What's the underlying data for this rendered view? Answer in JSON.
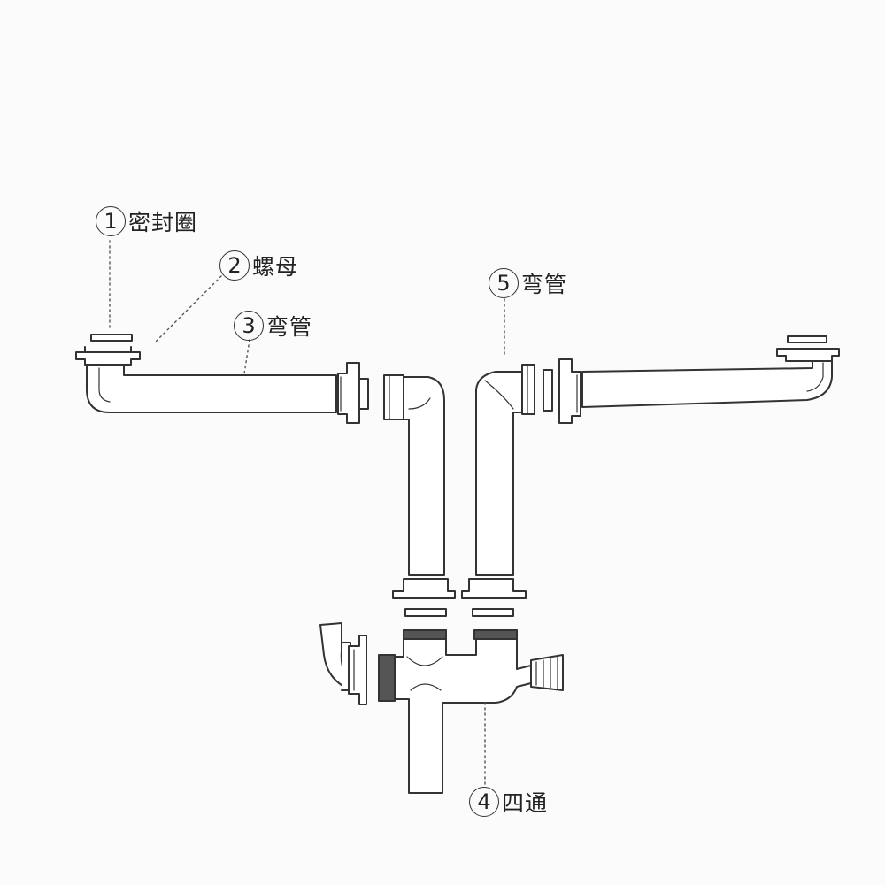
{
  "labels": [
    {
      "id": "seal-ring",
      "num": "1",
      "text": "密封圈"
    },
    {
      "id": "nut",
      "num": "2",
      "text": "螺母"
    },
    {
      "id": "elbow-left",
      "num": "3",
      "text": "弯管"
    },
    {
      "id": "cross-fitting",
      "num": "4",
      "text": "四通"
    },
    {
      "id": "elbow-right",
      "num": "5",
      "text": "弯管"
    }
  ],
  "colors": {
    "line": "#333333",
    "paper": "#fbfbfb",
    "leader": "#555555"
  }
}
